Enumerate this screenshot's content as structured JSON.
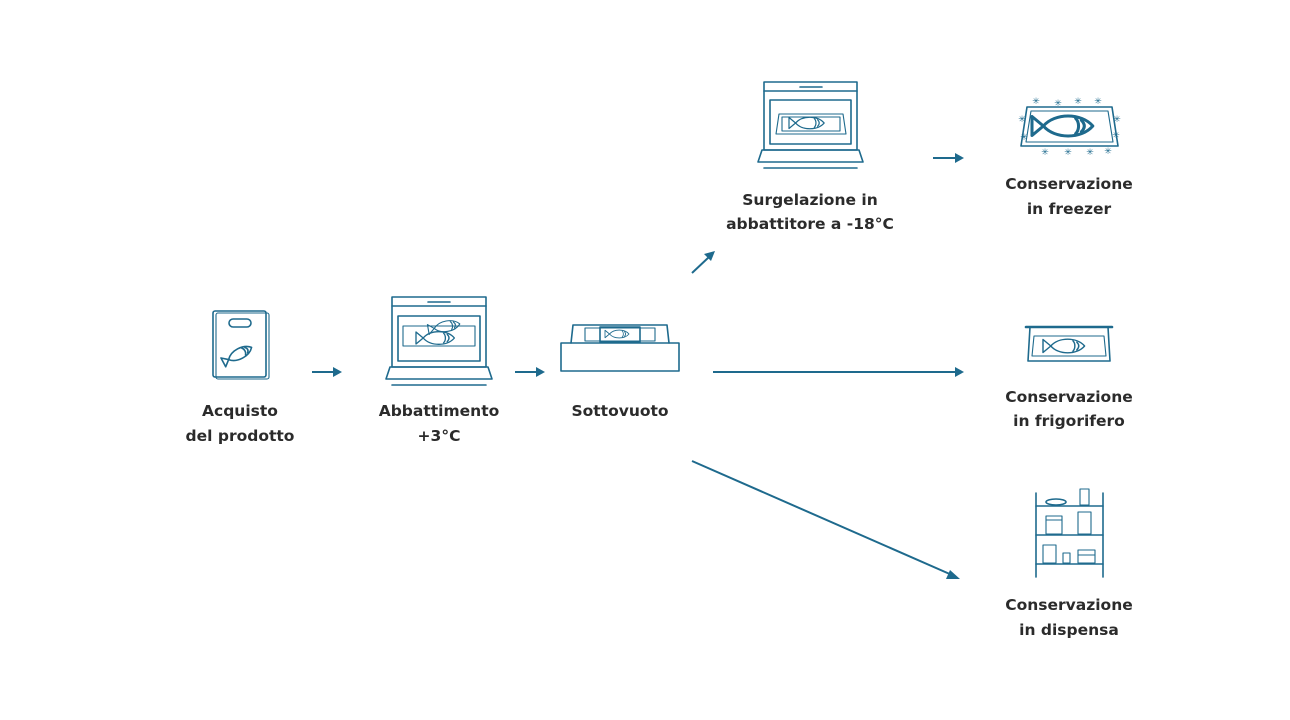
{
  "colors": {
    "accent": "#1e6a8d",
    "text": "#2b2b2b",
    "background": "#ffffff"
  },
  "steps": {
    "acquisto": {
      "line1": "Acquisto",
      "line2": "del prodotto",
      "icon": "fish-bag-icon"
    },
    "abbattimento": {
      "line1": "Abbattimento",
      "line2": "+3°C",
      "icon": "blast-chiller-icon"
    },
    "sottovuoto": {
      "line1": "Sottovuoto",
      "icon": "vacuum-drawer-icon"
    },
    "surgelazione": {
      "line1": "Surgelazione in",
      "line2": "abbattitore a -18°C",
      "icon": "blast-chiller-fish-icon"
    },
    "freezer": {
      "line1": "Conservazione",
      "line2": "in freezer",
      "icon": "frozen-fish-icon"
    },
    "frigorifero": {
      "line1": "Conservazione",
      "line2": "in frigorifero",
      "icon": "fish-tray-icon"
    },
    "dispensa": {
      "line1": "Conservazione",
      "line2": "in dispensa",
      "icon": "pantry-shelf-icon"
    }
  }
}
